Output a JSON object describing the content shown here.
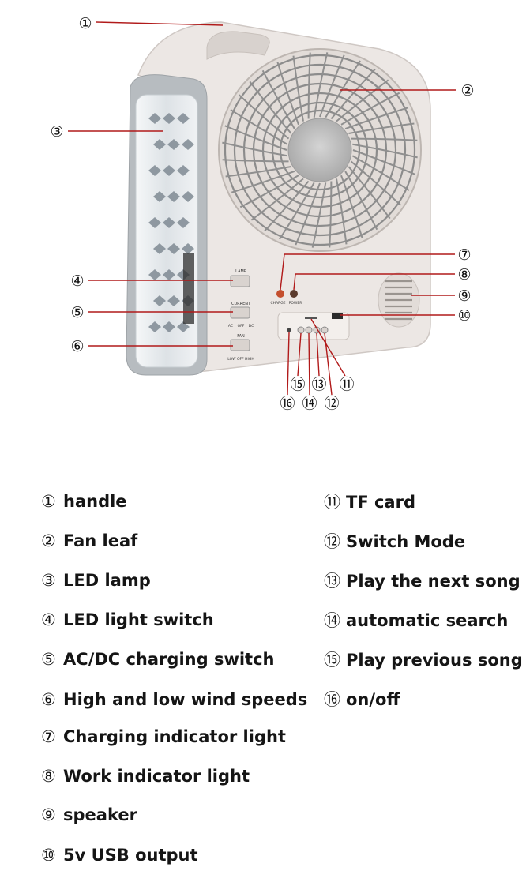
{
  "callouts": [
    {
      "num": "①",
      "label": "handle"
    },
    {
      "num": "②",
      "label": "Fan leaf"
    },
    {
      "num": "③",
      "label": "LED lamp"
    },
    {
      "num": "④",
      "label": "LED light switch"
    },
    {
      "num": "⑤",
      "label": "AC/DC charging switch"
    },
    {
      "num": "⑥",
      "label": "High and low wind speeds"
    },
    {
      "num": "⑦",
      "label": "Charging indicator light"
    },
    {
      "num": "⑧",
      "label": "Work indicator light"
    },
    {
      "num": "⑨",
      "label": "speaker"
    },
    {
      "num": "⑩",
      "label": "5v USB output"
    },
    {
      "num": "⑪",
      "label": "TF card"
    },
    {
      "num": "⑫",
      "label": "Switch Mode"
    },
    {
      "num": "⑬",
      "label": "Play the next song"
    },
    {
      "num": "⑭",
      "label": "automatic search"
    },
    {
      "num": "⑮",
      "label": "Play previous song"
    },
    {
      "num": "⑯",
      "label": "on/off"
    }
  ],
  "panel_text": {
    "lamp": "LAMP",
    "current": "CURRENT",
    "ac": "AC",
    "off": "OFF",
    "dc": "DC",
    "fan": "FAN",
    "speed": "LOW OFF HIGH",
    "charge": "CHARGE",
    "power": "POWER"
  },
  "colors": {
    "body": "#ece7e4",
    "body_shade": "#d9d3cf",
    "grille": "#8c8c8c",
    "lamp_glass": "#e8ecef",
    "line": "#b11a1a"
  }
}
